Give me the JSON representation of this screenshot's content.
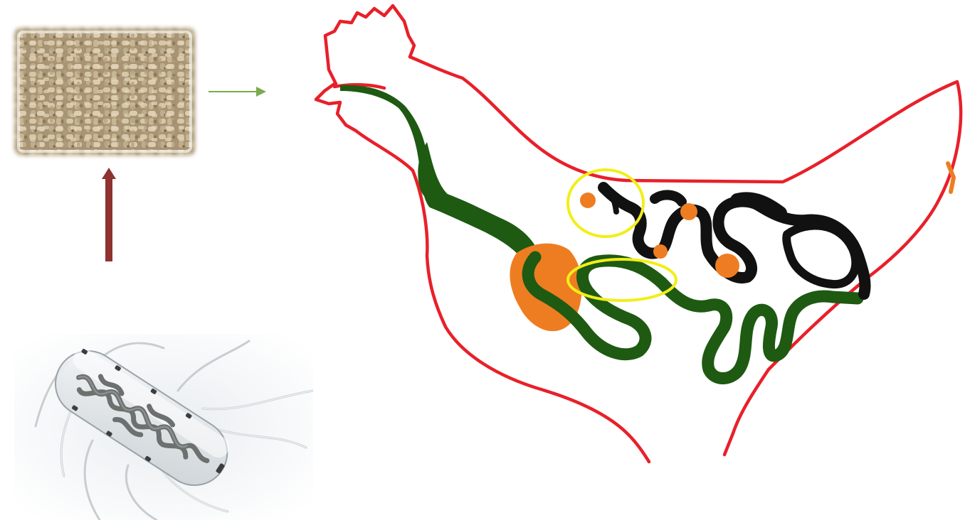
{
  "diagram": {
    "colors": {
      "chicken_outline": "#e8202a",
      "digestive_tract": "#1e5a12",
      "intestine_dark": "#111111",
      "organ_orange": "#ee7d22",
      "highlight": "#f2ee1a",
      "arrow_feed_to_chicken": "#7aab4e",
      "arrow_bacteria_to_feed": "#8e3330",
      "feed_pellets": "#c4b191",
      "bacterium_body": "#d8dde0"
    },
    "nodes": [
      {
        "id": "feed",
        "depicts": "feed-pellets-photo"
      },
      {
        "id": "bacterium",
        "depicts": "rod-bacterium-illustration"
      },
      {
        "id": "chicken",
        "depicts": "chicken-digestive-system-diagram"
      }
    ],
    "edges": [
      {
        "from": "bacterium",
        "to": "feed",
        "icon": "arrow-up-icon"
      },
      {
        "from": "feed",
        "to": "chicken",
        "icon": "arrow-right-icon"
      }
    ],
    "highlights": [
      {
        "name": "ceca-highlight",
        "shape": "circle"
      },
      {
        "name": "small-intestine-highlight",
        "shape": "ellipse"
      }
    ]
  }
}
